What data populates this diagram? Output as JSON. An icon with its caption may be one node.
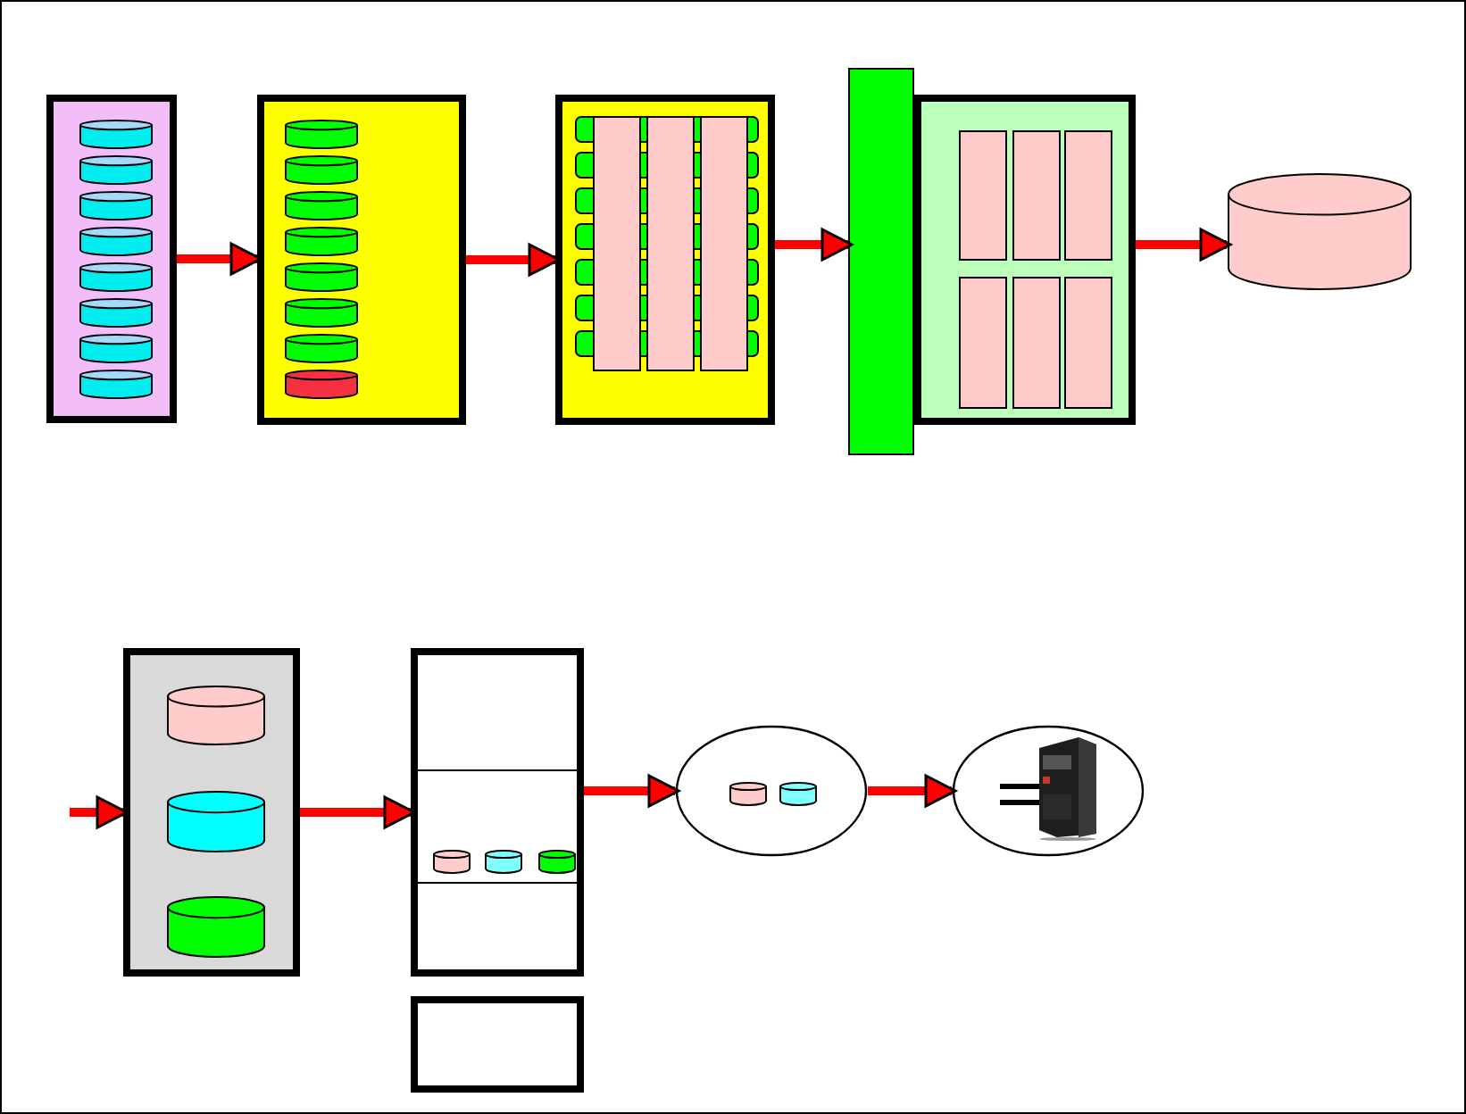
{
  "diagram": {
    "nodes": [
      {
        "text": [],
        "shape": "box"
      },
      {
        "text": [],
        "shape": "cylinder",
        "in": 0
      },
      {
        "text": [],
        "shape": "cylinder",
        "in": 0
      },
      {
        "text": [],
        "shape": "cylinder",
        "in": 0
      },
      {
        "text": [],
        "shape": "cylinder",
        "in": 0
      },
      {
        "text": [],
        "shape": "cylinder",
        "in": 0
      },
      {
        "text": [],
        "shape": "cylinder",
        "in": 0
      },
      {
        "text": [],
        "shape": "cylinder",
        "in": 0
      },
      {
        "text": [],
        "shape": "cylinder",
        "in": 0
      },
      {
        "text": [],
        "shape": "box"
      },
      {
        "text": [],
        "shape": "cylinder",
        "in": 9
      },
      {
        "text": [],
        "shape": "cylinder",
        "in": 9
      },
      {
        "text": [],
        "shape": "cylinder",
        "in": 9
      },
      {
        "text": [],
        "shape": "cylinder",
        "in": 9
      },
      {
        "text": [],
        "shape": "cylinder",
        "in": 9
      },
      {
        "text": [],
        "shape": "cylinder",
        "in": 9
      },
      {
        "text": [],
        "shape": "cylinder",
        "in": 9
      },
      {
        "text": [],
        "shape": "cylinder",
        "in": 9
      },
      {
        "text": [],
        "shape": "box"
      },
      {
        "text": [],
        "shape": "bar",
        "in": 18
      },
      {
        "text": [],
        "shape": "bar",
        "in": 18
      },
      {
        "text": [],
        "shape": "bar",
        "in": 18
      },
      {
        "text": [],
        "shape": "bar"
      },
      {
        "text": [],
        "shape": "box"
      },
      {
        "text": [],
        "shape": "bar",
        "in": 23
      },
      {
        "text": [],
        "shape": "bar",
        "in": 23
      },
      {
        "text": [],
        "shape": "bar",
        "in": 23
      },
      {
        "text": [],
        "shape": "bar",
        "in": 23
      },
      {
        "text": [],
        "shape": "bar",
        "in": 23
      },
      {
        "text": [],
        "shape": "bar",
        "in": 23
      },
      {
        "text": [],
        "shape": "cylinder"
      },
      {
        "text": [],
        "shape": "box"
      },
      {
        "text": [],
        "shape": "cylinder",
        "in": 31
      },
      {
        "text": [],
        "shape": "cylinder",
        "in": 31
      },
      {
        "text": [],
        "shape": "cylinder",
        "in": 31
      },
      {
        "text": [],
        "shape": "box"
      },
      {
        "text": [],
        "shape": "cylinder",
        "in": 35
      },
      {
        "text": [],
        "shape": "cylinder",
        "in": 35
      },
      {
        "text": [],
        "shape": "cylinder",
        "in": 35
      },
      {
        "text": [],
        "shape": "box"
      },
      {
        "text": [],
        "shape": "circle"
      },
      {
        "text": [],
        "shape": "cylinder",
        "in": 40
      },
      {
        "text": [],
        "shape": "cylinder",
        "in": 40
      },
      {
        "text": [],
        "shape": "circle"
      },
      {
        "text": [],
        "shape": "picture",
        "in": 43
      }
    ],
    "edges": [
      {
        "from": 0,
        "to": 9,
        "arrow": "to"
      },
      {
        "from": 9,
        "to": 18,
        "arrow": "to"
      },
      {
        "from": 18,
        "to": 22,
        "arrow": "to"
      },
      {
        "from": 23,
        "to": 30,
        "arrow": "to"
      },
      {
        "from": null,
        "to": 31,
        "arrow": "to"
      },
      {
        "from": 31,
        "to": 35,
        "arrow": "to"
      },
      {
        "from": 35,
        "to": 40,
        "arrow": "to"
      },
      {
        "from": 40,
        "to": 43,
        "arrow": "to"
      }
    ]
  }
}
